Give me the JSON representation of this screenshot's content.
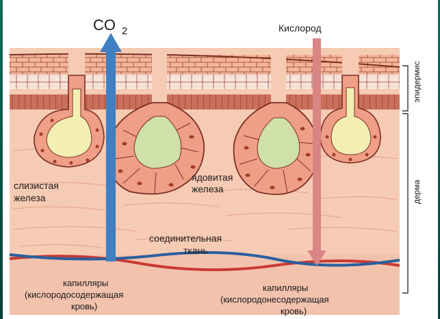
{
  "labels": {
    "co2_main": "CO",
    "co2_sub": "2",
    "oxygen": "Кислород",
    "epidermis": "эпидермис",
    "dermis": "дерма",
    "mucous_line1": "слизистая",
    "mucous_line2": "железа",
    "poison_line1": "ядовитая",
    "poison_line2": "железа",
    "connective_line1": "соединительная",
    "connective_line2": "ткань",
    "cap_oxy_line1": "капилляры",
    "cap_oxy_line2": "(кислородосодержащая",
    "cap_oxy_line3": "кровь)",
    "cap_deoxy_line1": "капилляры",
    "cap_deoxy_line2": "(кислородонесодержащая",
    "cap_deoxy_line3": "кровь)"
  },
  "colors": {
    "dermis": "#f6cbb4",
    "dermis_lower": "#f2c2ad",
    "epidermis_cells": "#f4b598",
    "basal_band": "#c96f5c",
    "gland_cells": "#ef9f87",
    "mucus_lumen": "#f3efb3",
    "poison_lumen": "#cfe0a8",
    "nucleus": "#a23c25",
    "co2_arrow": "#3f7fc2",
    "oxygen_arrow": "#d98585",
    "artery": "#c83a33",
    "vein": "#2a5f9e"
  },
  "icons": {
    "co2_arrow": "arrow-up-icon",
    "oxygen_arrow": "arrow-down-icon"
  }
}
